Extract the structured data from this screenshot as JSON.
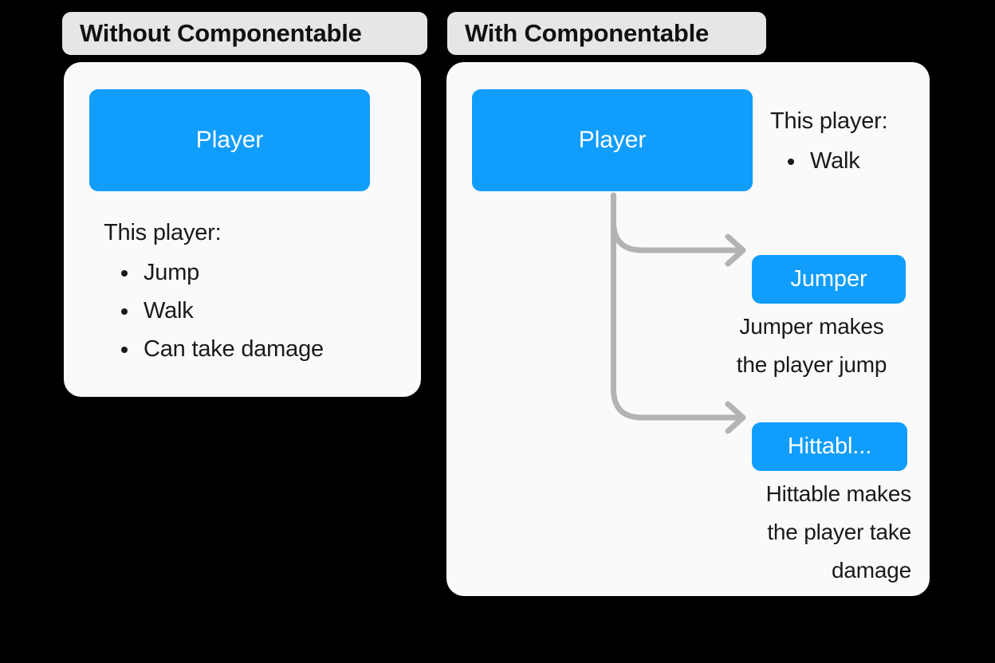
{
  "page": {
    "background_color": "#000000",
    "card_color": "#fafafa",
    "pill_color": "#e6e6e6",
    "accent_color": "#119dfb",
    "connector_color": "#b3b3b3",
    "text_color": "#1a1a1a"
  },
  "headers": {
    "left": "Without Componentable",
    "right": "With Componentable"
  },
  "left_panel": {
    "entity_label": "Player",
    "lead": "This player:",
    "abilities": [
      "Jump",
      "Walk",
      "Can take damage"
    ]
  },
  "right_panel": {
    "entity_label": "Player",
    "lead": "This player:",
    "abilities": [
      "Walk"
    ],
    "components": [
      {
        "label": "Jumper",
        "caption_lines": [
          "Jumper makes",
          "the player jump"
        ]
      },
      {
        "label": "Hittabl...",
        "caption_lines": [
          "Hittable makes",
          "the player take",
          "damage"
        ]
      }
    ]
  }
}
